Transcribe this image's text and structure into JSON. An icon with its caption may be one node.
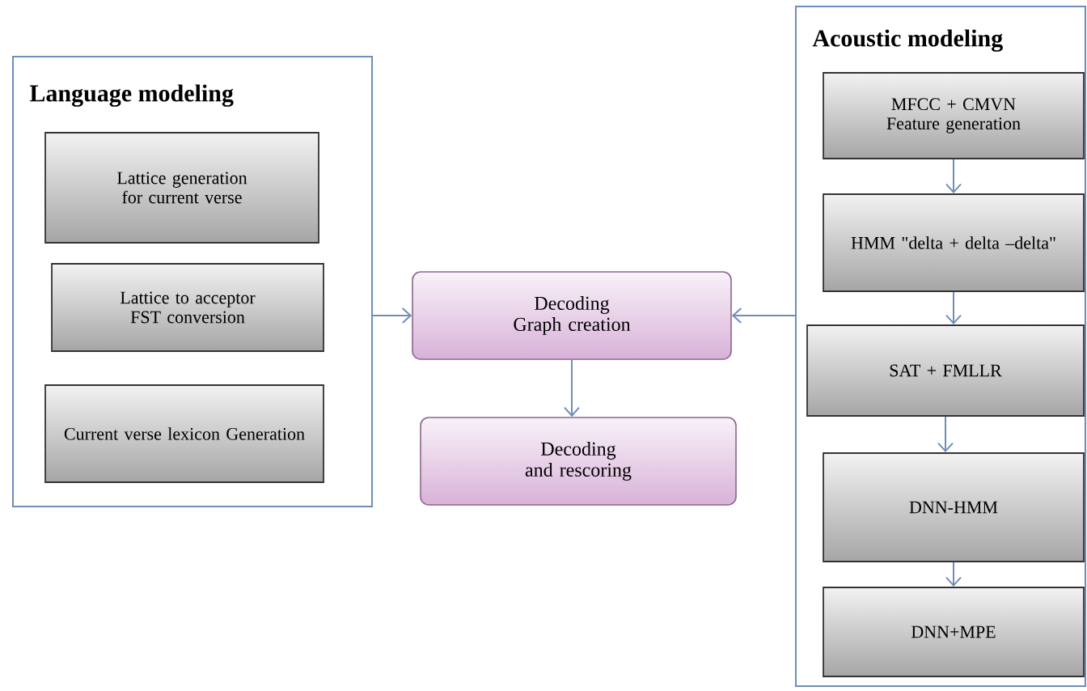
{
  "diagram": {
    "nodes": [
      {
        "text": [
          "Language modeling"
        ]
      },
      {
        "text": [
          "Lattice generation for current verse"
        ],
        "in": 0
      },
      {
        "text": [
          "Lattice to acceptor FST conversion"
        ],
        "in": 0
      },
      {
        "text": [
          "Current verse lexicon Generation"
        ],
        "in": 0
      },
      {
        "text": [
          "Decoding Graph creation"
        ]
      },
      {
        "text": [
          "Decoding and rescoring"
        ]
      },
      {
        "text": [
          "Acoustic modeling"
        ]
      },
      {
        "text": [
          "MFCC + CMVN Feature generation"
        ],
        "in": 6
      },
      {
        "text": [
          "HMM \"delta + delta –delta\""
        ],
        "in": 6
      },
      {
        "text": [
          "SAT + FMLLR"
        ],
        "in": 6
      },
      {
        "text": [
          "DNN-HMM"
        ],
        "in": 6
      },
      {
        "text": [
          "DNN+MPE"
        ],
        "in": 6
      }
    ],
    "edges": [
      {
        "from": 0,
        "to": 4,
        "arrow": "to"
      },
      {
        "from": 6,
        "to": 4,
        "arrow": "to"
      },
      {
        "from": 4,
        "to": 5,
        "arrow": "to"
      },
      {
        "from": 7,
        "to": 8,
        "arrow": "to"
      },
      {
        "from": 8,
        "to": 9,
        "arrow": "to"
      },
      {
        "from": 9,
        "to": 10,
        "arrow": "to"
      },
      {
        "from": 10,
        "to": 11,
        "arrow": "to"
      }
    ]
  }
}
